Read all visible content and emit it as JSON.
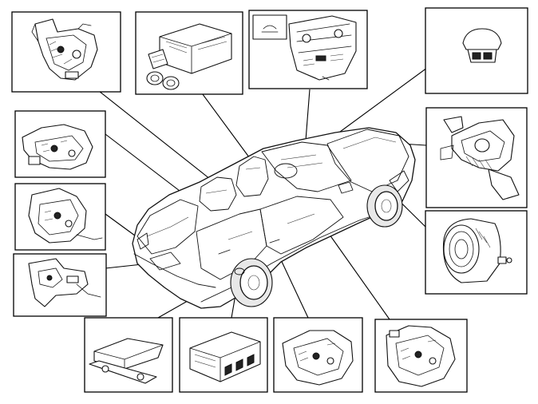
{
  "figure": {
    "description_visible_text": "",
    "panels": [
      {
        "id": "panel-top-left-lock"
      },
      {
        "id": "panel-control-module"
      },
      {
        "id": "panel-center-console"
      },
      {
        "id": "panel-sensor-top-right"
      },
      {
        "id": "panel-left-lock-2"
      },
      {
        "id": "panel-left-lock-3"
      },
      {
        "id": "panel-trunk-lock"
      },
      {
        "id": "panel-hood-latch"
      },
      {
        "id": "panel-siren"
      },
      {
        "id": "panel-antenna-module"
      },
      {
        "id": "panel-electronic-module"
      },
      {
        "id": "panel-door-lock-bottom"
      },
      {
        "id": "panel-door-lock-bottom-right"
      }
    ]
  }
}
